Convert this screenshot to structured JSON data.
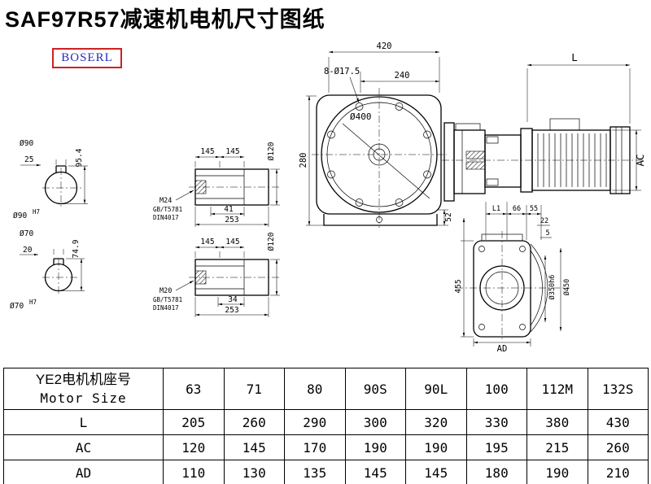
{
  "title": "SAF97R57减速机电机尺寸图纸",
  "logo": "BOSERL",
  "dims": {
    "w420": "420",
    "holes": "8-Ø17.5",
    "w240": "240",
    "L": "L",
    "d400": "Ø400",
    "h280": "280",
    "AC": "AC",
    "h52": "52",
    "d90": "Ø90",
    "k25": "25",
    "h954": "95.4",
    "d90h7_base": "Ø90",
    "d90h7_sup": "H7",
    "d70": "Ø70",
    "k20": "20",
    "h749": "74.9",
    "d70h7_base": "Ø70",
    "d70h7_sup": "H7",
    "s1_145a": "145",
    "s1_145b": "145",
    "s1_d120": "Ø120",
    "s1_thread": "M24",
    "s1_std1": "GB/T5781",
    "s1_std2": "DIN4017",
    "s1_41": "41",
    "s1_253": "253",
    "s2_145a": "145",
    "s2_145b": "145",
    "s2_d120": "Ø120",
    "s2_thread": "M20",
    "s2_std1": "GB/T5781",
    "s2_std2": "DIN4017",
    "s2_34": "34",
    "s2_253": "253",
    "L1": "L1",
    "n66": "66",
    "n55": "55",
    "n22": "22",
    "n5": "5",
    "h455": "455",
    "d350": "Ø350h6",
    "d450": "Ø450",
    "AD": "AD"
  },
  "table": {
    "col1_line1": "YE2电机机座号",
    "col1_line2": "Motor Size",
    "sizes": [
      "63",
      "71",
      "80",
      "90S",
      "90L",
      "100",
      "112M",
      "132S"
    ],
    "rows": [
      {
        "label": "L",
        "values": [
          "205",
          "260",
          "290",
          "300",
          "320",
          "330",
          "380",
          "430"
        ]
      },
      {
        "label": "AC",
        "values": [
          "120",
          "145",
          "170",
          "190",
          "190",
          "195",
          "215",
          "260"
        ]
      },
      {
        "label": "AD",
        "values": [
          "110",
          "130",
          "135",
          "145",
          "145",
          "180",
          "190",
          "210"
        ]
      }
    ]
  }
}
